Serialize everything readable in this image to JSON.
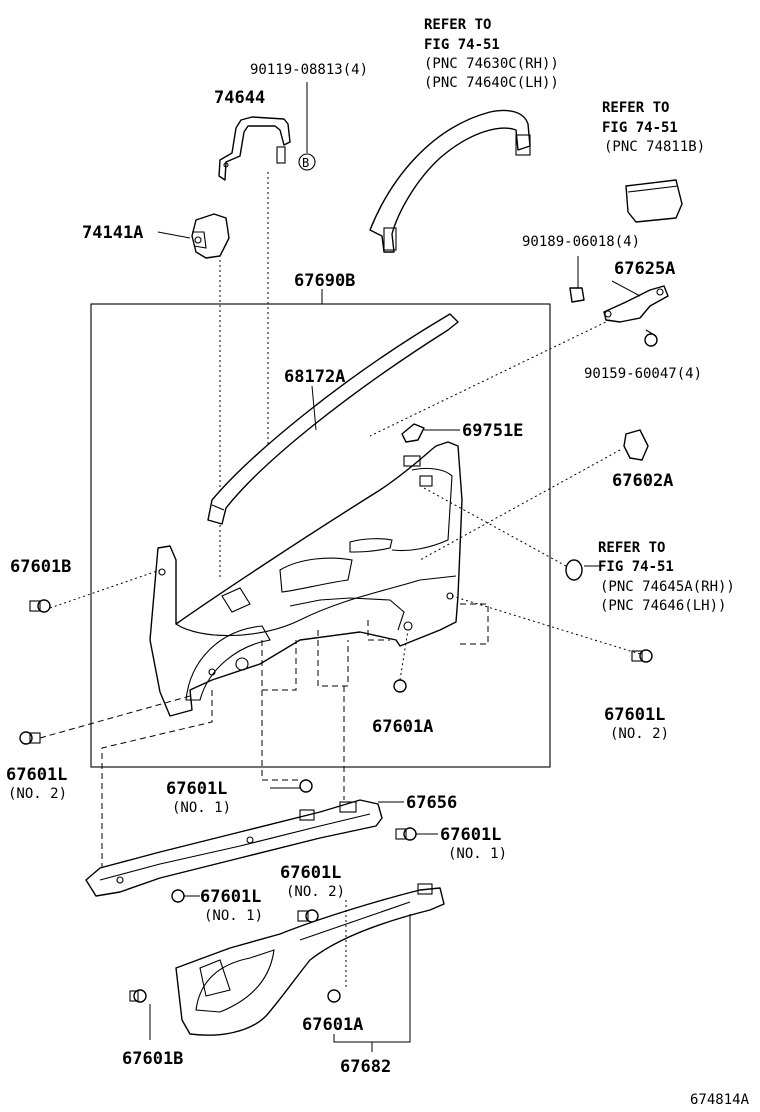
{
  "labels": {
    "p74644": "74644",
    "p90119": "90119-08813(4)",
    "ref1_a": "REFER TO",
    "ref1_b": "FIG 74-51",
    "ref1_c": "(PNC 74630C(RH))",
    "ref1_d": "(PNC 74640C(LH))",
    "ref2_a": "REFER TO",
    "ref2_b": "FIG 74-51",
    "ref2_c": "(PNC 74811B)",
    "p74141A": "74141A",
    "p90189": "90189-06018(4)",
    "p67625A": "67625A",
    "p67690B": "67690B",
    "p90159": "90159-60047(4)",
    "p68172A": "68172A",
    "p69751E": "69751E",
    "p67602A": "67602A",
    "p67601B_top": "67601B",
    "ref3_a": "REFER TO",
    "ref3_b": "FIG 74-51",
    "ref3_c": "(PNC 74645A(RH))",
    "ref3_d": "(PNC 74646(LH))",
    "p67601A_mid": "67601A",
    "p67601L_right": "67601L",
    "p67601L_right_note": "(NO. 2)",
    "p67601L_left": "67601L",
    "p67601L_left_note": "(NO. 2)",
    "p67601L_c1": "67601L",
    "p67601L_c1_note": "(NO. 1)",
    "p67656": "67656",
    "p67601L_c2": "67601L",
    "p67601L_c2_note": "(NO. 1)",
    "p67601L_c3": "67601L",
    "p67601L_c3_note": "(NO. 2)",
    "p67601L_c4": "67601L",
    "p67601L_c4_note": "(NO. 1)",
    "p67601B_bot": "67601B",
    "p67601A_bot": "67601A",
    "p67682": "67682",
    "p_b_marker": "B",
    "fig_id": "674814A"
  }
}
